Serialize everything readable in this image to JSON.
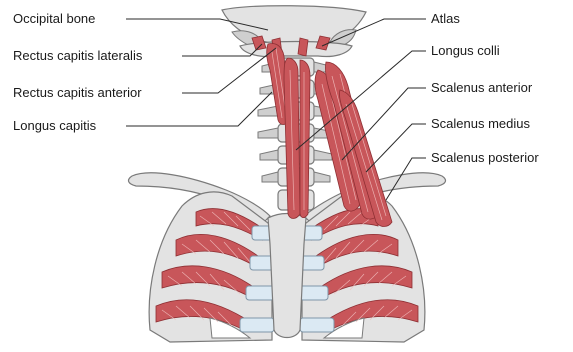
{
  "labels": {
    "occipital_bone": "Occipital bone",
    "rectus_capitis_lateralis": "Rectus capitis lateralis",
    "rectus_capitis_anterior": "Rectus capitis anterior",
    "longus_capitis": "Longus capitis",
    "atlas": "Atlas",
    "longus_colli": "Longus colli",
    "scalenus_anterior": "Scalenus anterior",
    "scalenus_medius": "Scalenus medius",
    "scalenus_posterior": "Scalenus posterior"
  },
  "colors": {
    "bone": "#e3e3e3",
    "cartilage": "#dbe9f3",
    "muscle": "#c8565a",
    "outline": "#7a7a7a"
  }
}
